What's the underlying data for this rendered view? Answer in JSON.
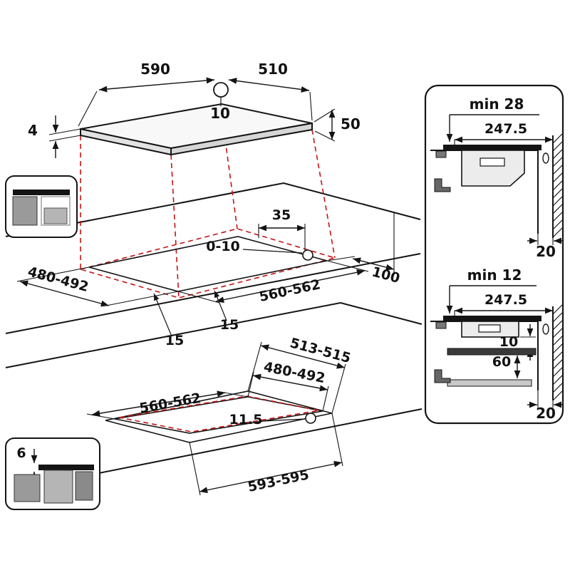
{
  "hob_view": {
    "width": "590",
    "depth": "510",
    "hole_offset": "10",
    "glass_thickness": "4",
    "body_height": "50"
  },
  "cutout_view": {
    "corner": "35",
    "edge_gap": "0-10",
    "rear_clearance": "100",
    "cutout_depth": "480-492",
    "cutout_width": "560-562",
    "side_margin_front": "15",
    "side_margin_left": "15"
  },
  "flush_view": {
    "outer_depth": "513-515",
    "inner_depth": "480-492",
    "inner_width": "560-562",
    "corner_radius": "11.5",
    "outer_width": "593-595",
    "ledge_depth": "6"
  },
  "side_top": {
    "min_clearance": "min 28",
    "depth_to_wall": "247.5",
    "wall_gap": "20"
  },
  "side_bottom": {
    "min_clearance": "min 12",
    "depth_to_wall": "247.5",
    "board_gap": "10",
    "board_clearance": "60",
    "wall_gap": "20"
  },
  "colors": {
    "line": "#141414",
    "projection_dashed": "#c41414",
    "fill_light": "#ececec",
    "fill_mid": "#b5b5b5",
    "fill_dark": "#777777"
  }
}
